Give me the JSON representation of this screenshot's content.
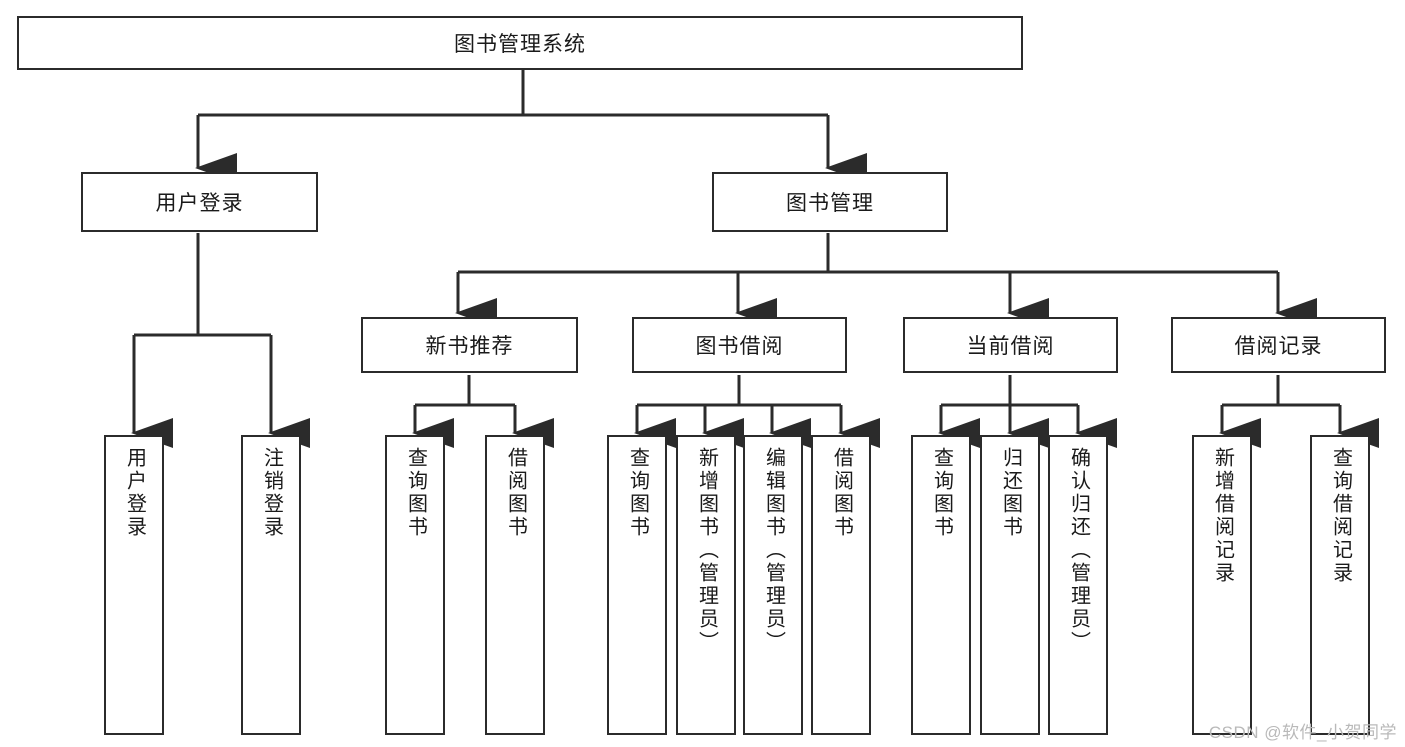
{
  "diagram": {
    "title": "图书管理系统",
    "type": "tree-hierarchy-diagram",
    "root": {
      "id": "root",
      "label": "图书管理系统"
    },
    "level2": [
      {
        "id": "user-login",
        "label": "用户登录"
      },
      {
        "id": "book-management",
        "label": "图书管理"
      }
    ],
    "level3": [
      {
        "id": "new-book-recommend",
        "label": "新书推荐",
        "parent": "book-management"
      },
      {
        "id": "book-borrow",
        "label": "图书借阅",
        "parent": "book-management"
      },
      {
        "id": "current-borrow",
        "label": "当前借阅",
        "parent": "book-management"
      },
      {
        "id": "borrow-record",
        "label": "借阅记录",
        "parent": "book-management"
      }
    ],
    "leaves": [
      {
        "id": "leaf-user-login",
        "label": "用户登录",
        "parent": "user-login"
      },
      {
        "id": "leaf-logout-login",
        "label": "注销登录",
        "parent": "user-login"
      },
      {
        "id": "leaf-query-book-1",
        "label": "查询图书",
        "parent": "new-book-recommend"
      },
      {
        "id": "leaf-borrow-book-1",
        "label": "借阅图书",
        "parent": "new-book-recommend"
      },
      {
        "id": "leaf-query-book-2",
        "label": "查询图书",
        "parent": "book-borrow"
      },
      {
        "id": "leaf-add-book",
        "label": "新增图书（管理员）",
        "parent": "book-borrow"
      },
      {
        "id": "leaf-edit-book",
        "label": "编辑图书（管理员）",
        "parent": "book-borrow"
      },
      {
        "id": "leaf-borrow-book-2",
        "label": "借阅图书",
        "parent": "book-borrow"
      },
      {
        "id": "leaf-query-book-3",
        "label": "查询图书",
        "parent": "current-borrow"
      },
      {
        "id": "leaf-return-book",
        "label": "归还图书",
        "parent": "current-borrow"
      },
      {
        "id": "leaf-confirm-return",
        "label": "确认归还（管理员）",
        "parent": "current-borrow"
      },
      {
        "id": "leaf-add-record",
        "label": "新增借阅记录",
        "parent": "borrow-record"
      },
      {
        "id": "leaf-query-record",
        "label": "查询借阅记录",
        "parent": "borrow-record"
      }
    ],
    "colors": {
      "stroke": "#2b2b2b",
      "fill": "#ffffff",
      "text": "#1a1a1a",
      "watermark": "#b9b9b9"
    }
  },
  "watermark": {
    "text": "CSDN @软件_小贺同学"
  }
}
